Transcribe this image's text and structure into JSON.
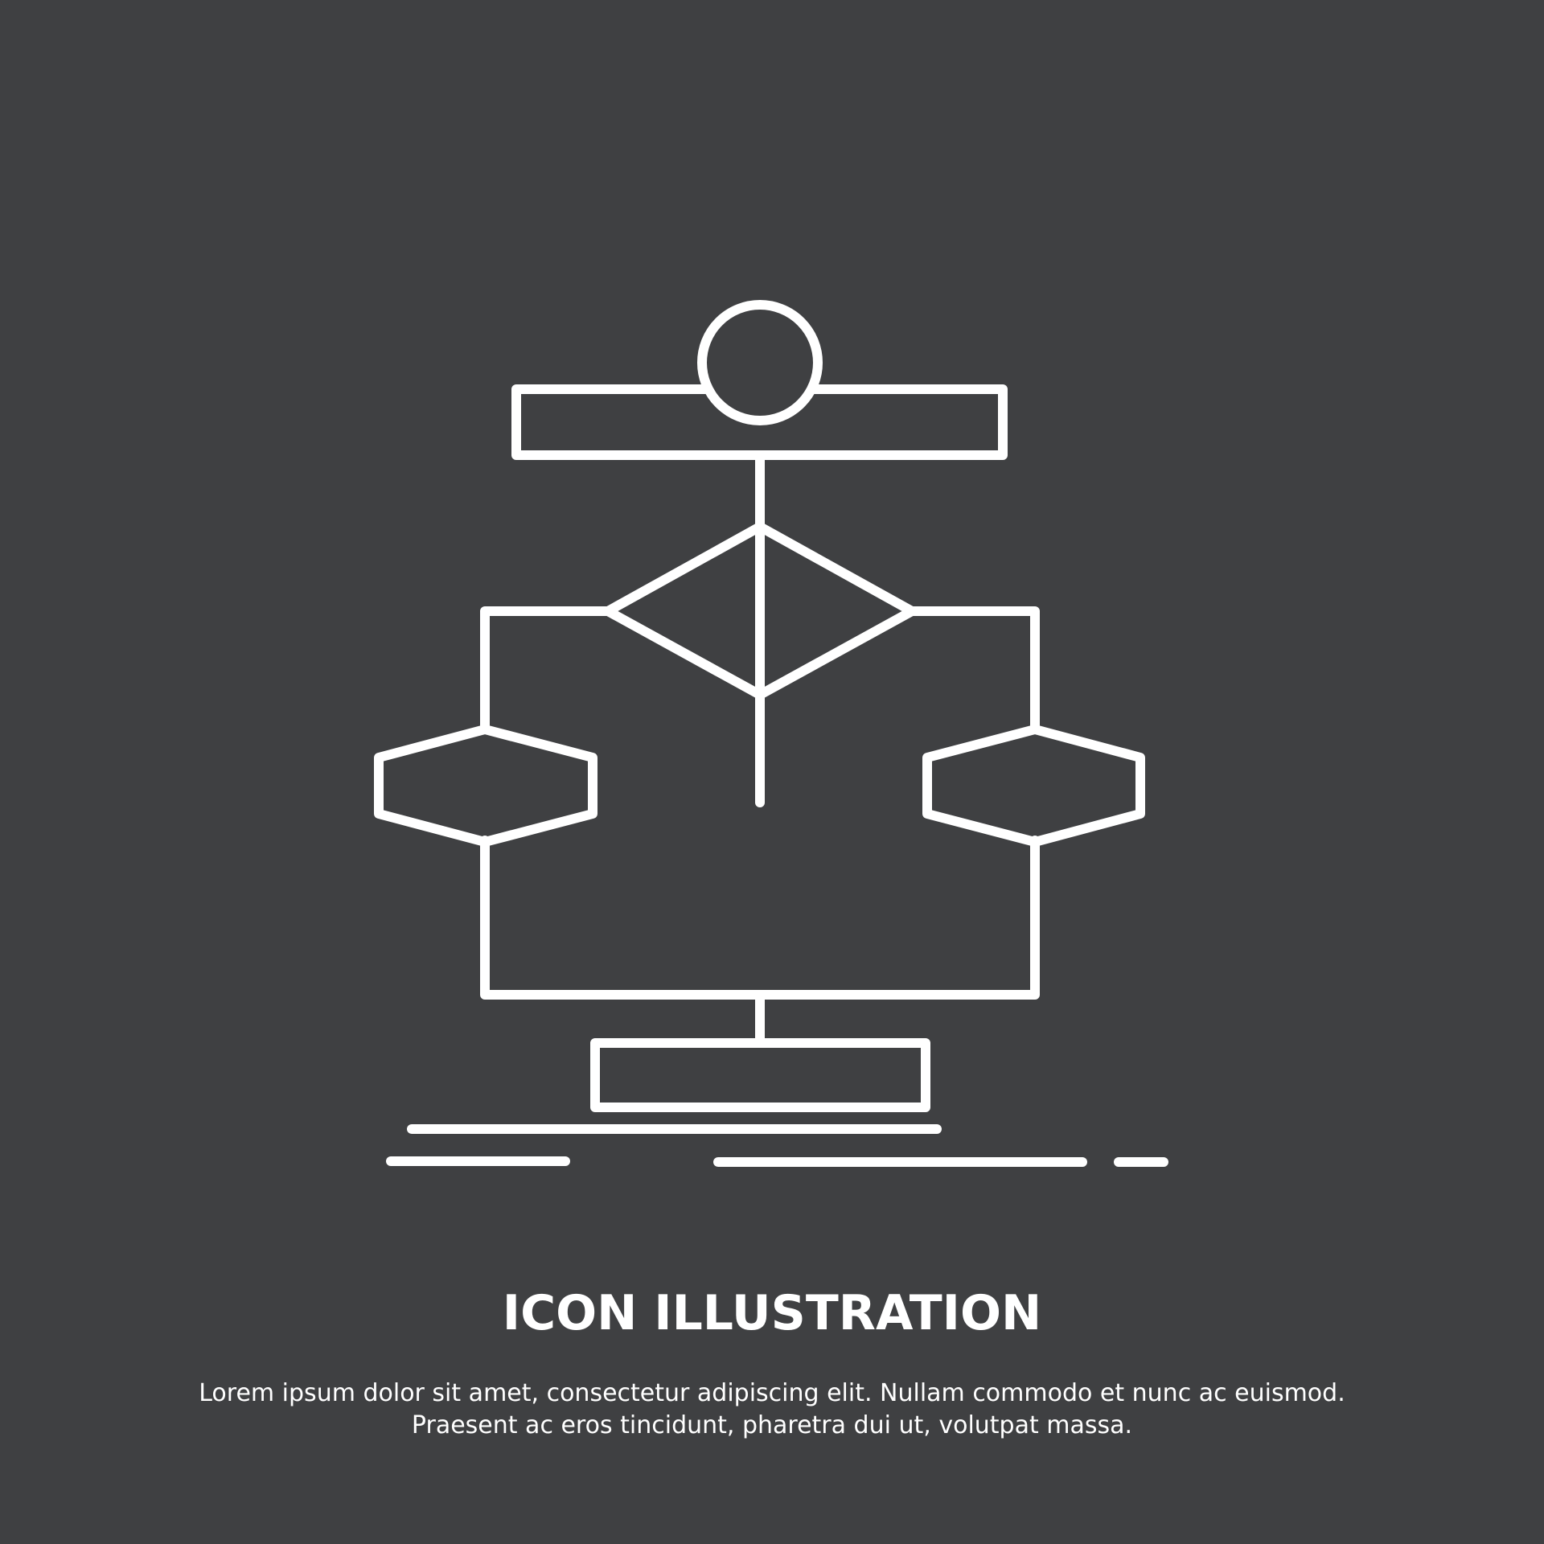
{
  "icon": {
    "name": "algorithm-flowchart-icon",
    "stroke_color": "#ffffff",
    "background_color": "#3f4042"
  },
  "caption": {
    "title": "ICON ILLUSTRATION",
    "line1": "Lorem ipsum dolor sit amet, consectetur adipiscing elit. Nullam commodo et nunc ac euismod.",
    "line2": "Praesent ac eros tincidunt, pharetra dui ut, volutpat massa."
  }
}
